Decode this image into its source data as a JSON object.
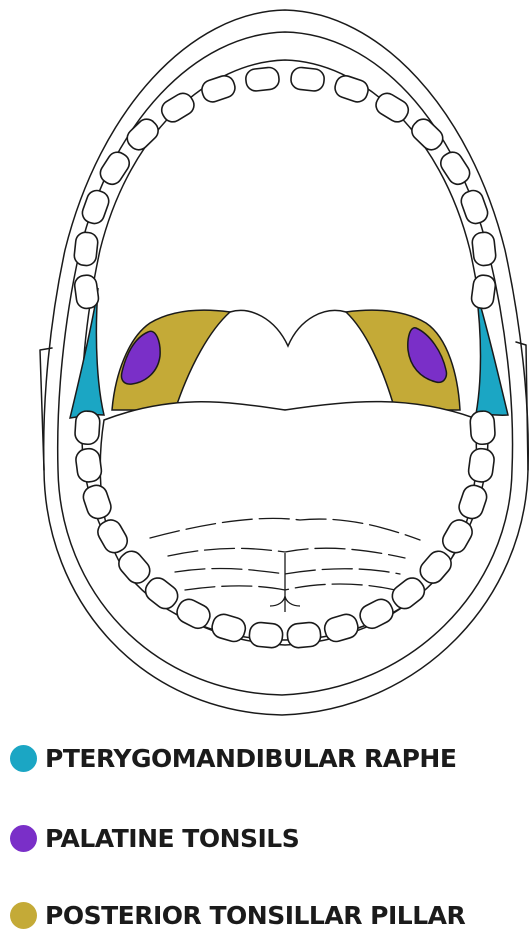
{
  "legend": {
    "items": [
      {
        "label": "PTERYGOMANDIBULAR RAPHE",
        "color": "#1ba6c4"
      },
      {
        "label": "PALATINE TONSILS",
        "color": "#7a2fc8"
      },
      {
        "label": "POSTERIOR TONSILLAR  PILLAR",
        "color": "#c4aa37"
      }
    ]
  },
  "colors": {
    "outline": "#1a1a1a",
    "pterygomandibular_raphe": "#1ba6c4",
    "palatine_tonsils": "#7a2fc8",
    "posterior_tonsillar_pillar": "#c4aa37"
  }
}
